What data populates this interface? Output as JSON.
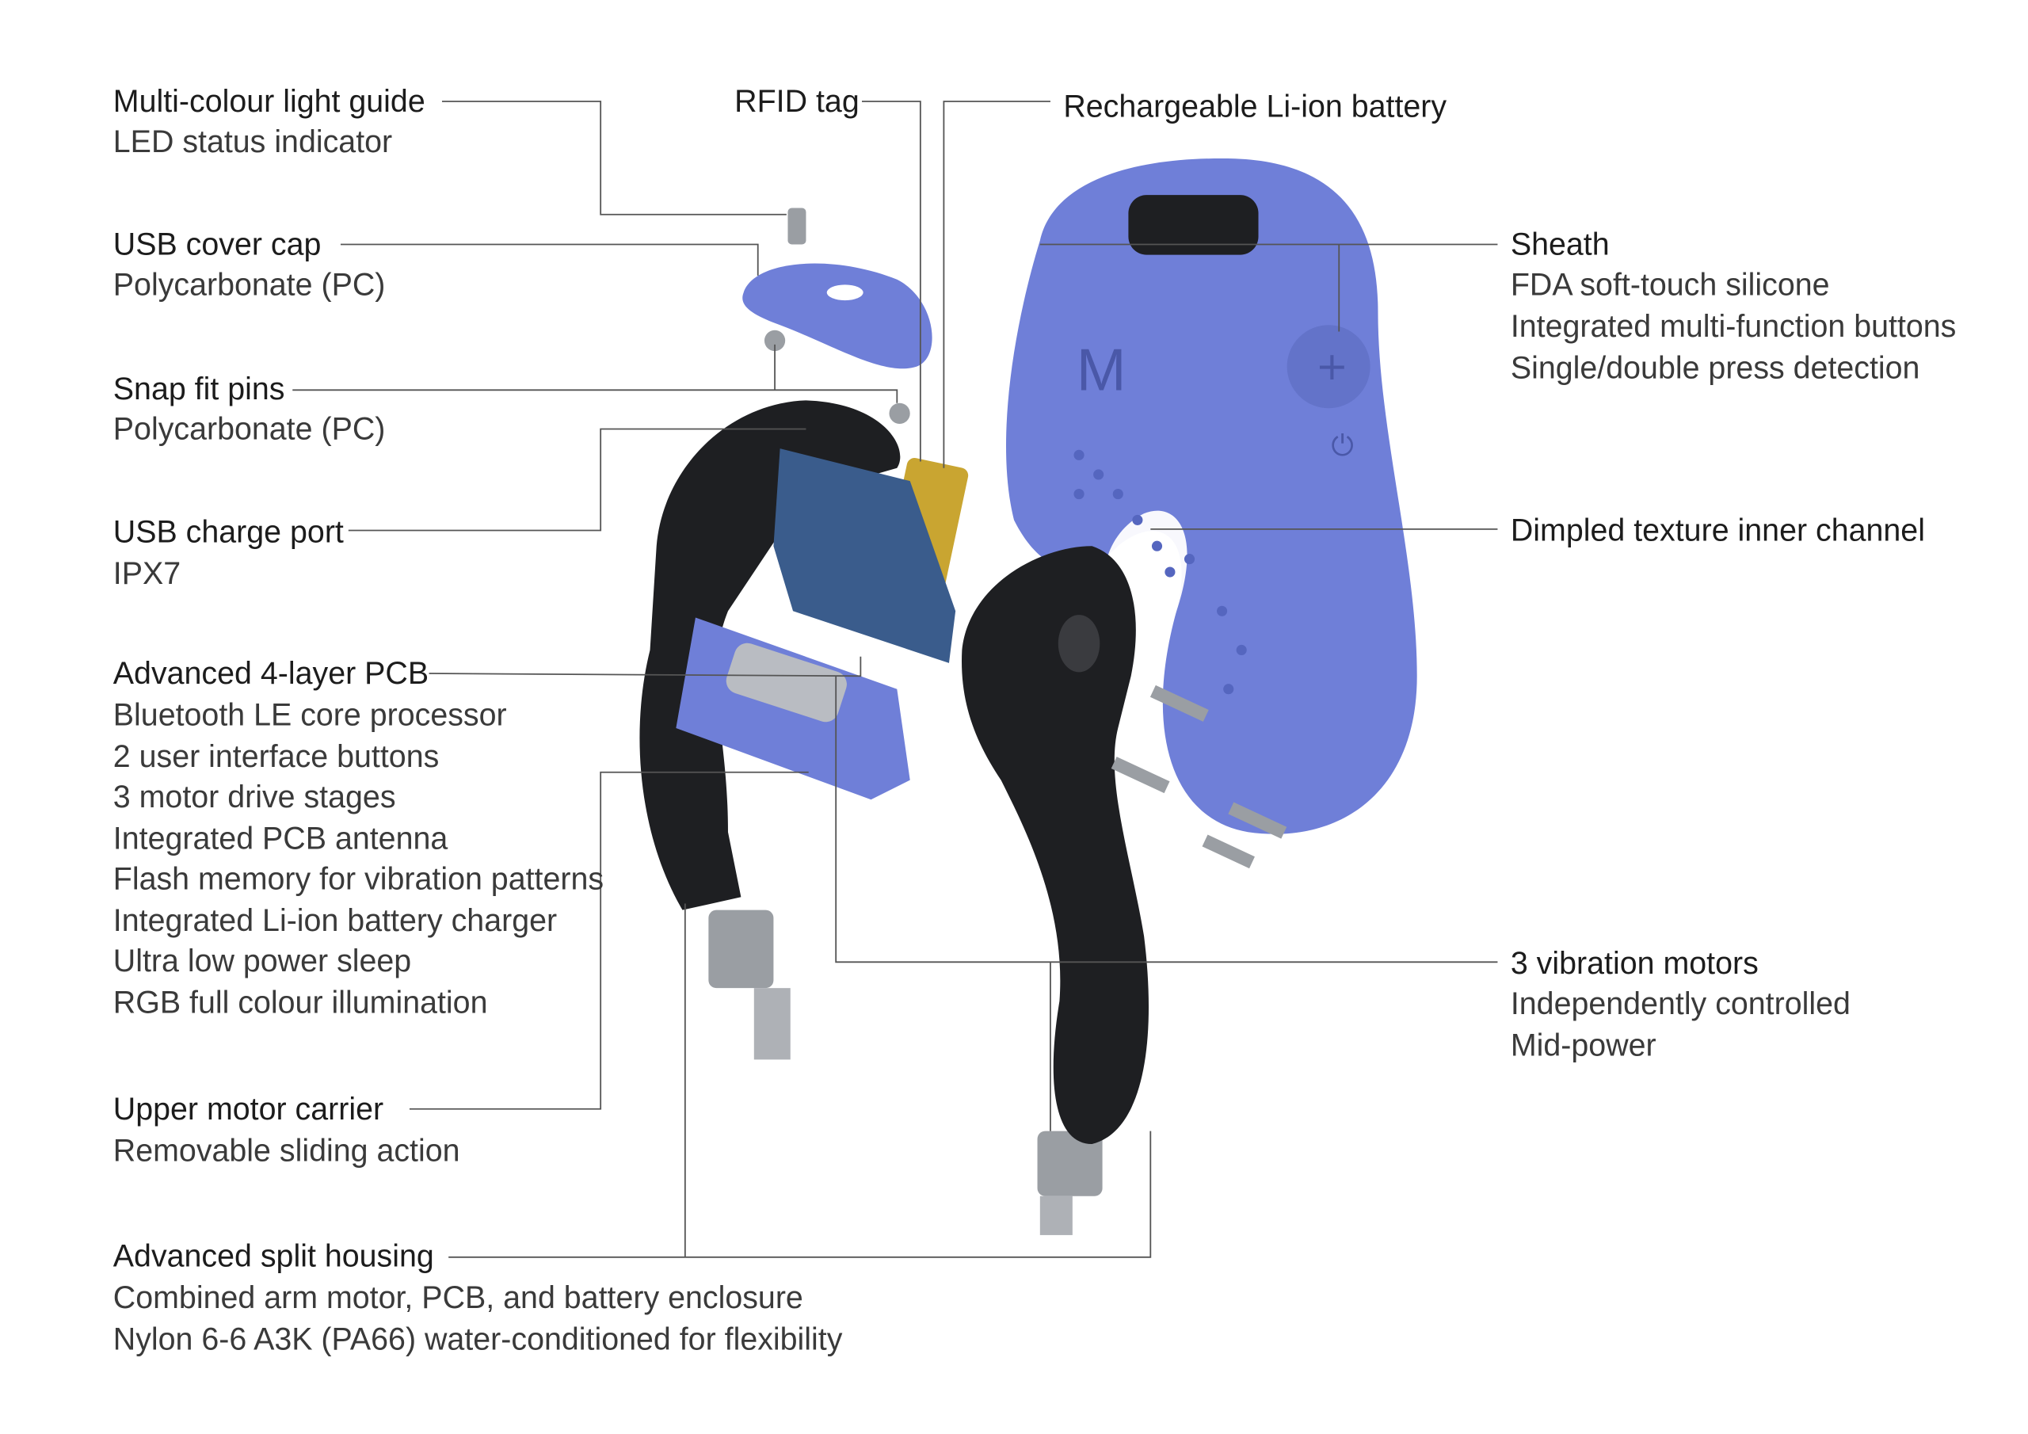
{
  "colors": {
    "sheath": "#6f7fd8",
    "housing": "#1e1f22",
    "battery": "#c9a531",
    "pcb": "#3a5c8c",
    "motor": "#9a9ea3"
  },
  "product_mark": "M",
  "callouts": [
    {
      "title": "Multi-colour light guide",
      "lines": [
        "LED status indicator"
      ]
    },
    {
      "title": "RFID tag",
      "lines": []
    },
    {
      "title": "Rechargeable Li-ion battery",
      "lines": []
    },
    {
      "title": "USB cover cap",
      "lines": [
        "Polycarbonate (PC)"
      ]
    },
    {
      "title": "Snap fit pins",
      "lines": [
        "Polycarbonate (PC)"
      ]
    },
    {
      "title": "USB charge port",
      "lines": [
        "IPX7"
      ]
    },
    {
      "title": "Advanced 4-layer PCB",
      "lines": [
        "Bluetooth LE core processor",
        "2 user interface buttons",
        "3 motor drive stages",
        "Integrated PCB antenna",
        "Flash memory for vibration patterns",
        "Integrated Li-ion battery charger",
        "Ultra low power sleep",
        "RGB full colour illumination"
      ]
    },
    {
      "title": "Upper motor carrier",
      "lines": [
        "Removable sliding action"
      ]
    },
    {
      "title": "Advanced split housing",
      "lines": [
        "Combined arm motor, PCB, and battery enclosure",
        "Nylon 6-6 A3K (PA66) water-conditioned for flexibility"
      ]
    },
    {
      "title": "Sheath",
      "lines": [
        "FDA soft-touch silicone",
        "Integrated multi-function buttons",
        "Single/double press detection"
      ]
    },
    {
      "title": "Dimpled texture inner channel",
      "lines": []
    },
    {
      "title": "3 vibration motors",
      "lines": [
        "Independently controlled",
        "Mid-power"
      ]
    }
  ]
}
